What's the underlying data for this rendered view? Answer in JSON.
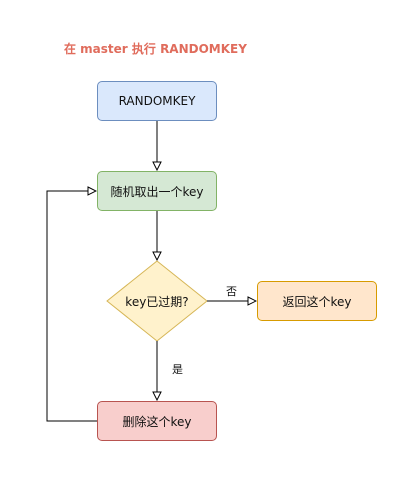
{
  "diagram": {
    "title": "在 master 执行 RANDOMKEY",
    "nodes": {
      "randomkey": "RANDOMKEY",
      "pick_key": "随机取出一个key",
      "decision": "key已过期?",
      "return_key": "返回这个key",
      "delete_key": "删除这个key"
    },
    "edge_labels": {
      "no": "否",
      "yes": "是"
    },
    "colors": {
      "title": "#e06c5c",
      "blue_fill": "#dae8fc",
      "blue_stroke": "#6c8ebf",
      "green_fill": "#d5e8d4",
      "green_stroke": "#82b366",
      "yellow_fill": "#fff2cc",
      "yellow_stroke": "#d6b656",
      "orange_fill": "#ffe6cc",
      "orange_stroke": "#d79b00",
      "red_fill": "#f8cecc",
      "red_stroke": "#b85450"
    }
  }
}
